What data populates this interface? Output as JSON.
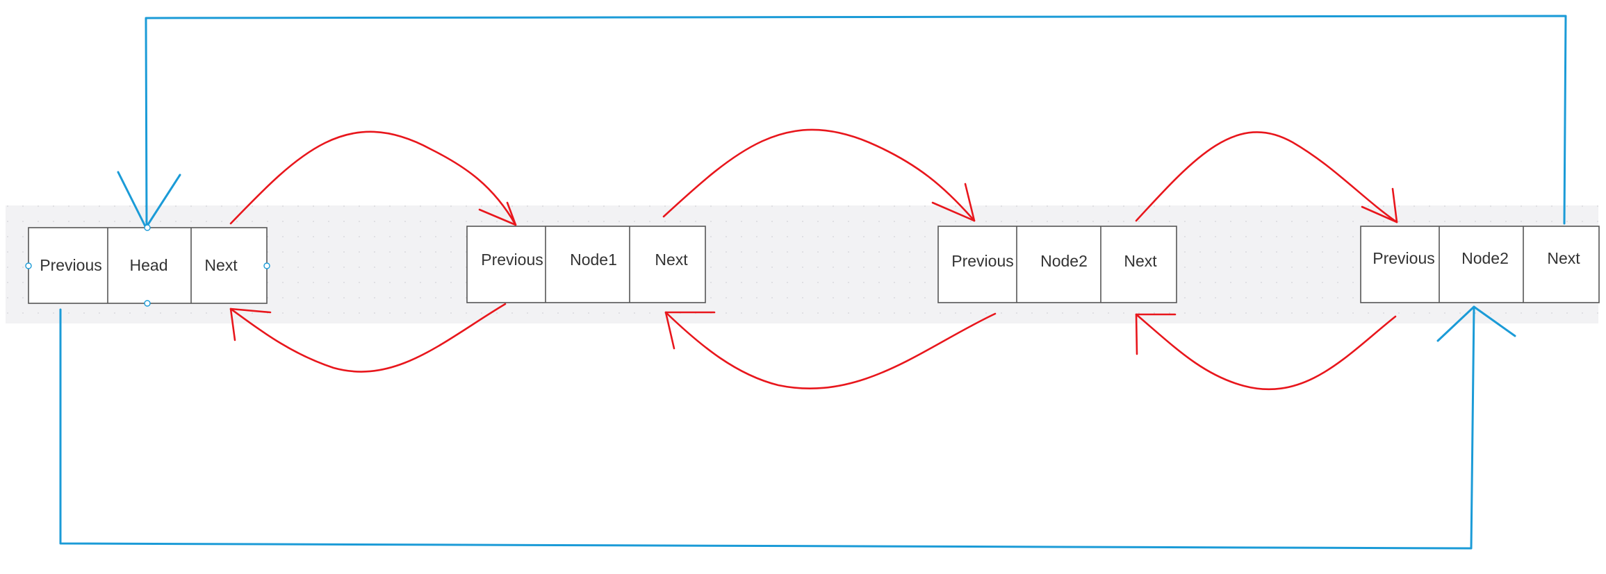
{
  "diagram": {
    "nodes": [
      {
        "cells": [
          "Previous",
          "Head",
          "Next"
        ]
      },
      {
        "cells": [
          "Previous",
          "Node1",
          "Next"
        ]
      },
      {
        "cells": [
          "Previous",
          "Node2",
          "Next"
        ]
      },
      {
        "cells": [
          "Previous",
          "Node2",
          "Next"
        ]
      }
    ],
    "colors": {
      "canvas_band": "#f2f2f4",
      "grid_dot": "#d9d9de",
      "forward_back_links": "#e8161c",
      "circular_links": "#1b9bd7",
      "box_stroke": "#555555",
      "text": "#333333"
    }
  }
}
